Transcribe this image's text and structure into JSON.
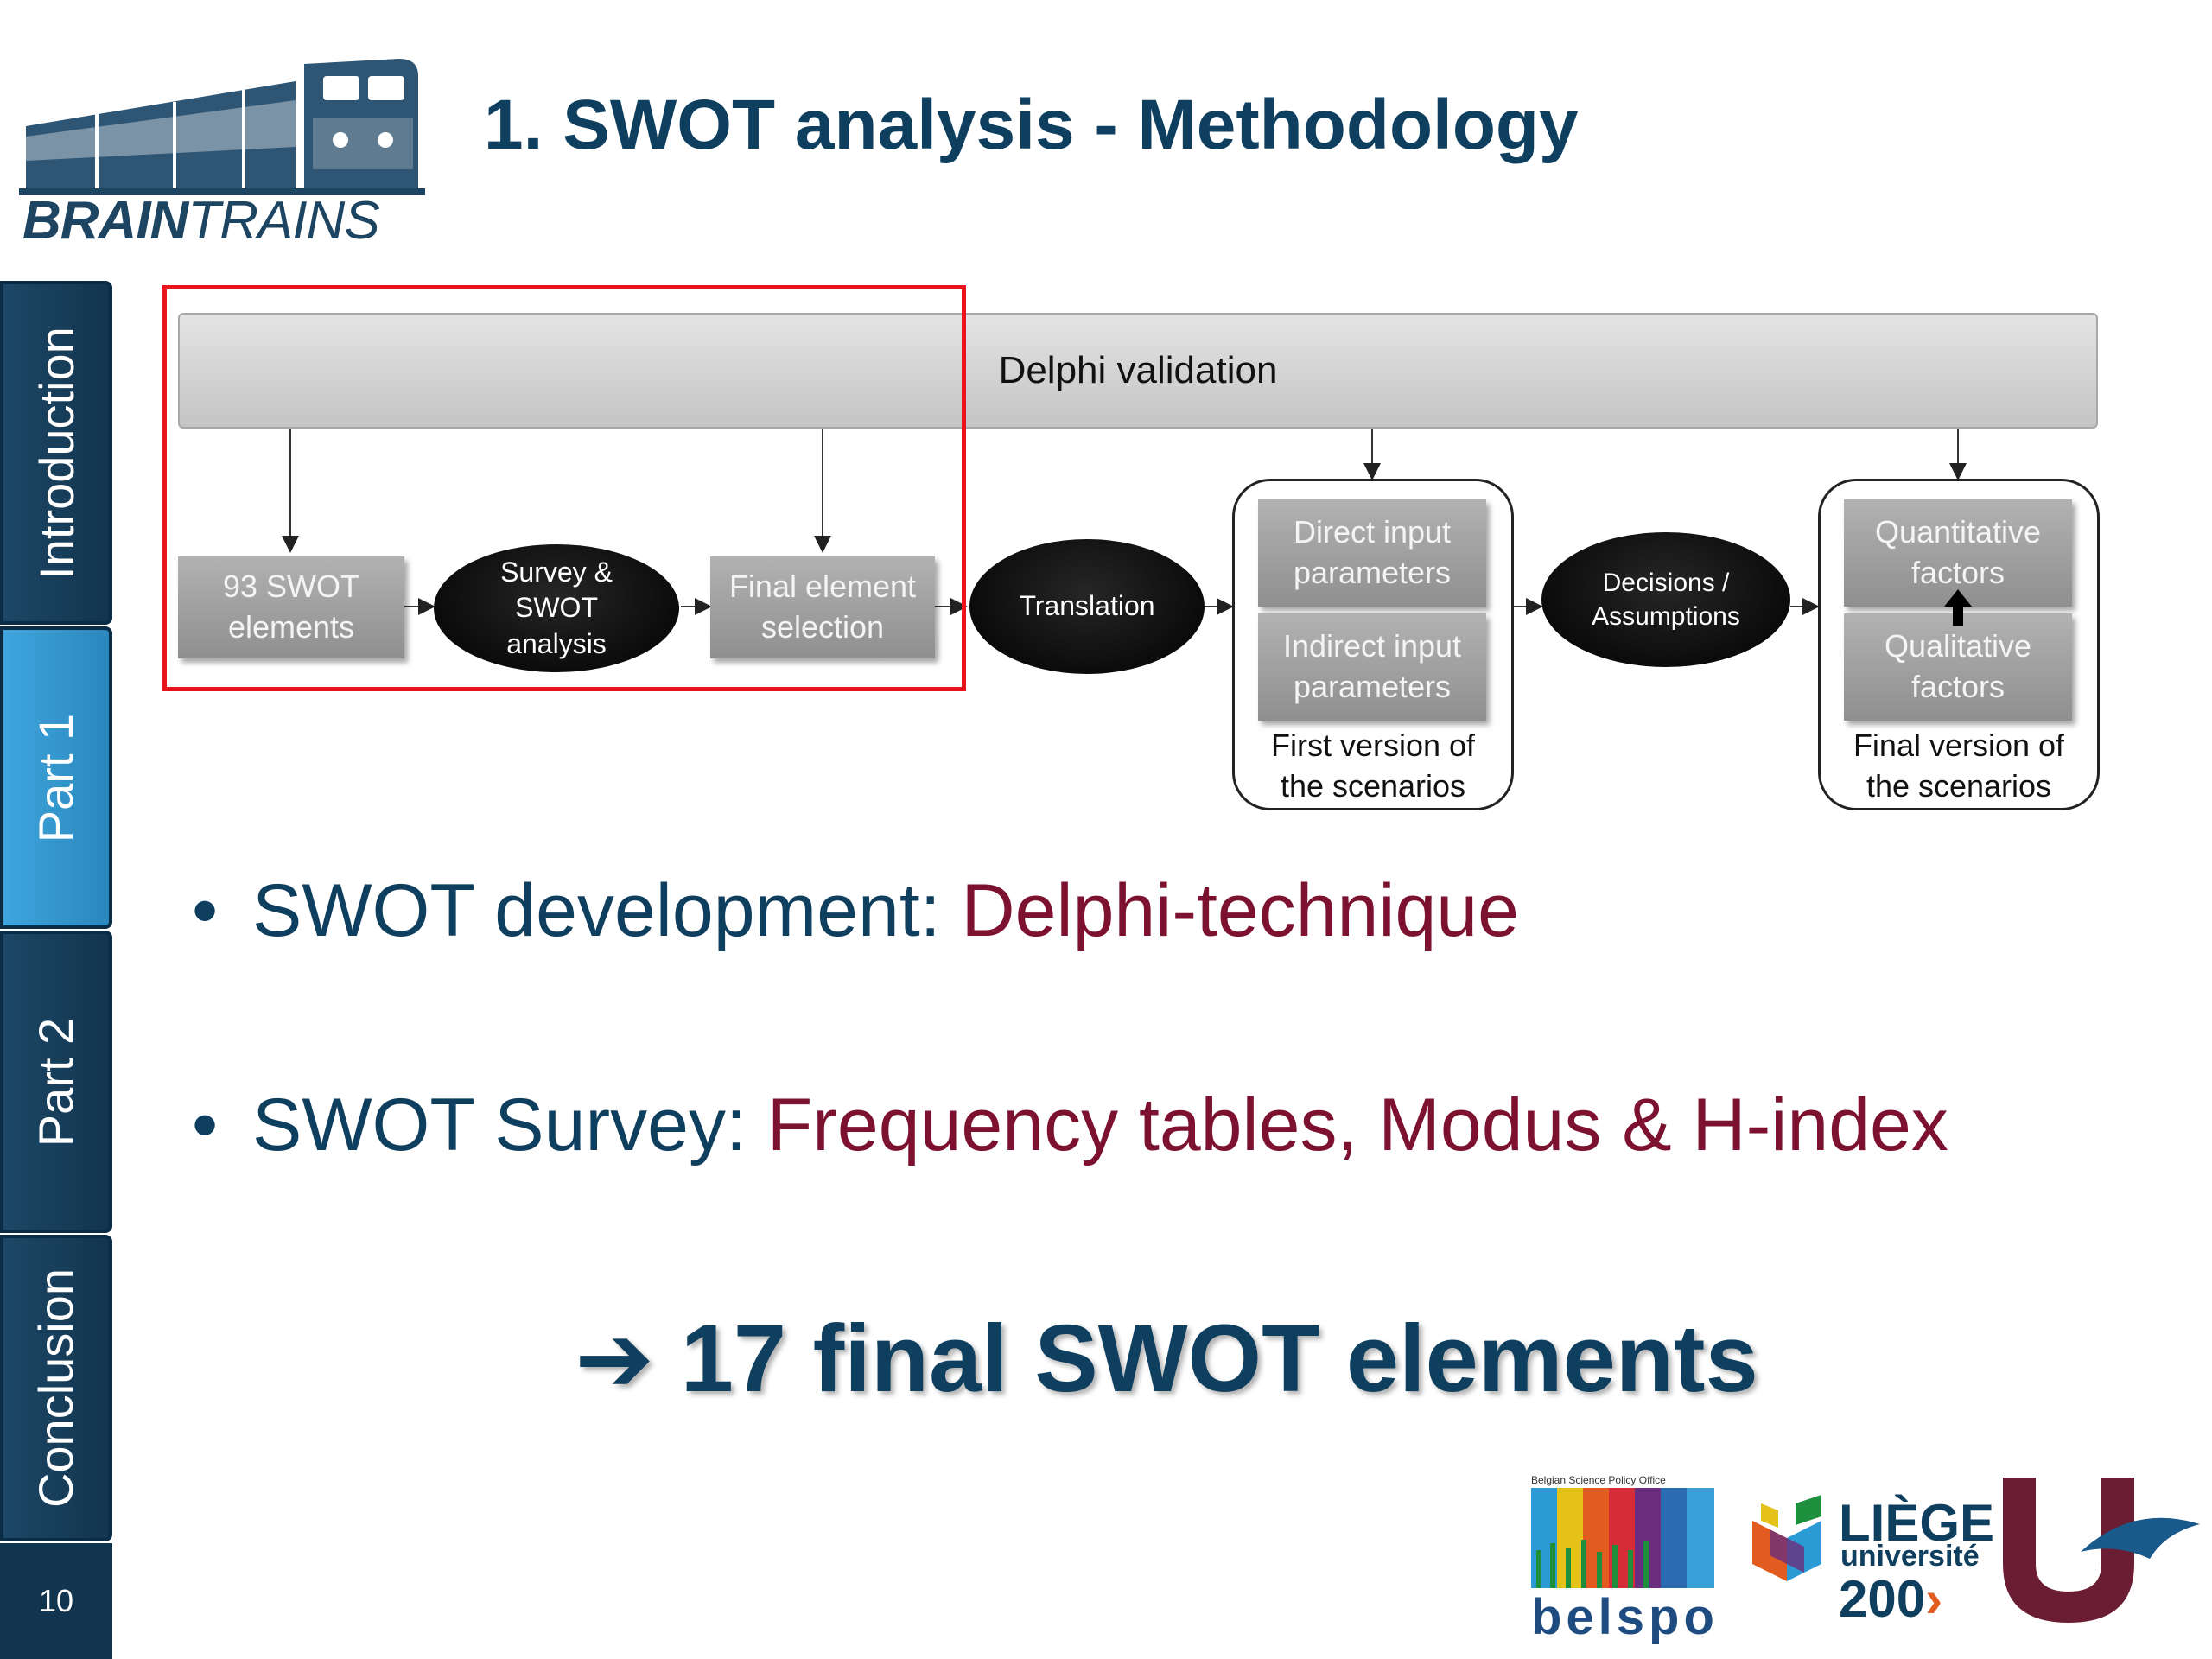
{
  "slide": {
    "title": "1. SWOT analysis - Methodology",
    "page_number": "10"
  },
  "logo": {
    "brand_bold": "BRAIN",
    "brand_thin": "TRAINS"
  },
  "nav": {
    "tabs": [
      {
        "label": "Introduction",
        "active": false
      },
      {
        "label": "Part 1",
        "active": true
      },
      {
        "label": "Part 2",
        "active": false
      },
      {
        "label": "Conclusion",
        "active": false
      }
    ]
  },
  "diagram": {
    "banner": "Delphi validation",
    "box_swot_elements": [
      "93 SWOT",
      "elements"
    ],
    "ellipse_survey": [
      "Survey &",
      "SWOT",
      "analysis"
    ],
    "box_final_selection": [
      "Final element",
      "selection"
    ],
    "ellipse_translation": "Translation",
    "group1": {
      "box_direct": [
        "Direct input",
        "parameters"
      ],
      "box_indirect": [
        "Indirect input",
        "parameters"
      ],
      "caption": [
        "First version of",
        "the scenarios"
      ]
    },
    "ellipse_decisions": [
      "Decisions /",
      "Assumptions"
    ],
    "group2": {
      "box_quantitative": [
        "Quantitative",
        "factors"
      ],
      "box_qualitative": [
        "Qualitative",
        "factors"
      ],
      "caption": [
        "Final version of",
        "the scenarios"
      ]
    },
    "highlight_color": "#e8141b"
  },
  "bullets": [
    {
      "marker": "•",
      "lead": "SWOT development: ",
      "highlight": "Delphi-technique"
    },
    {
      "marker": "•",
      "lead": "SWOT Survey: ",
      "highlight": "Frequency tables, Modus & H-index"
    }
  ],
  "conclusion": {
    "arrow": "➔",
    "text": "17 final SWOT elements"
  },
  "partner_logos": {
    "belspo_tagline": "Belgian Science Policy Office",
    "belspo": "belspo",
    "liege_name": "LIÈGE",
    "liege_sub": "université",
    "liege_num": "200"
  },
  "colors": {
    "title": "#0f3f5f",
    "highlight_text": "#7d1130",
    "nav_dark": "#1c4766",
    "nav_active": "#3ea6dd"
  }
}
